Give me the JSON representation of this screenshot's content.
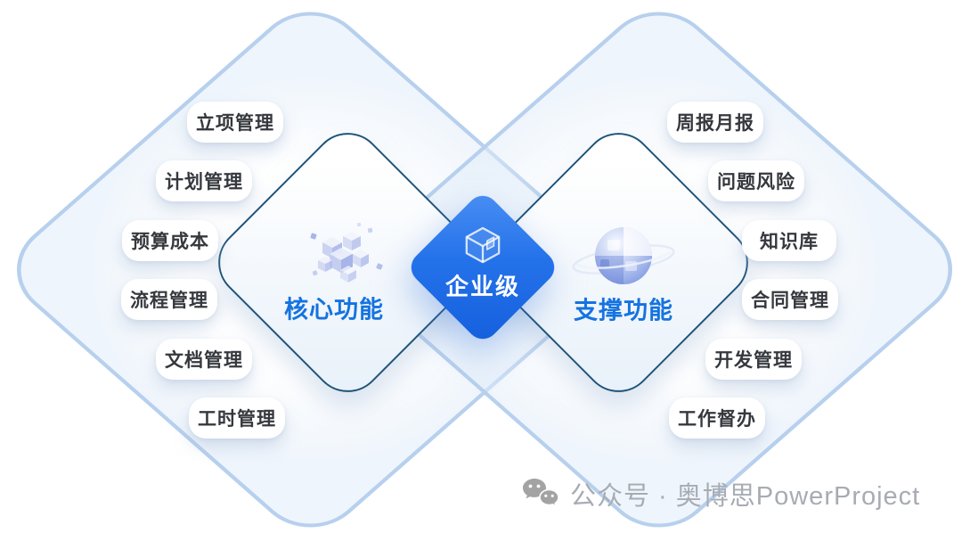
{
  "page": {
    "bg": "#ffffff"
  },
  "center_diamond": {
    "label": "企业级",
    "icon": "cube-p-logo-icon"
  },
  "left_group": {
    "title": "核心功能",
    "icon": "cubes-3d-icon",
    "items": [
      "立项管理",
      "计划管理",
      "预算成本",
      "流程管理",
      "文档管理",
      "工时管理"
    ]
  },
  "right_group": {
    "title": "支撑功能",
    "icon": "globe-3d-icon",
    "items": [
      "周报月报",
      "问题风险",
      "知识库",
      "合同管理",
      "开发管理",
      "工作督办"
    ]
  },
  "watermark": {
    "icon": "wechat-icon",
    "text": "公众号 · 奥博思PowerProject"
  },
  "theme": {
    "page_bg": "#ffffff",
    "accent_blue": "#1573e0",
    "outer_stroke": "#b7d0ee",
    "inner_stroke": "#1e5379",
    "center_grad_start": "#4a8ff3",
    "center_grad_end": "#155fdd",
    "pill_text": "#35383d",
    "watermark_gray": "#a7acb3"
  }
}
